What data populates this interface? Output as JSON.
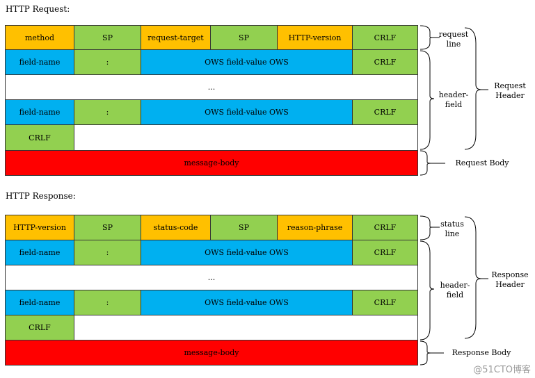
{
  "request": {
    "title": "HTTP Request:",
    "line": [
      "method",
      "SP",
      "request-target",
      "SP",
      "HTTP-version",
      "CRLF"
    ],
    "header1": [
      "field-name",
      ":",
      "OWS field-value OWS",
      "CRLF"
    ],
    "ellipsis": "...",
    "header2": [
      "field-name",
      ":",
      "OWS field-value OWS",
      "CRLF"
    ],
    "crlf": "CRLF",
    "body": "message-body",
    "labels": {
      "line_a": "request",
      "line_b": "line",
      "field_a": "header-",
      "field_b": "field",
      "group_a": "Request",
      "group_b": "Header",
      "body": "Request Body"
    }
  },
  "response": {
    "title": "HTTP Response:",
    "line": [
      "HTTP-version",
      "SP",
      "status-code",
      "SP",
      "reason-phrase",
      "CRLF"
    ],
    "header1": [
      "field-name",
      ":",
      "OWS field-value OWS",
      "CRLF"
    ],
    "ellipsis": "...",
    "header2": [
      "field-name",
      ":",
      "OWS field-value OWS",
      "CRLF"
    ],
    "crlf": "CRLF",
    "body": "message-body",
    "labels": {
      "line_a": "status",
      "line_b": "line",
      "field_a": "header-",
      "field_b": "field",
      "group_a": "Response",
      "group_b": "Header",
      "body": "Response Body"
    }
  },
  "watermark": "@51CTO博客",
  "colors": {
    "orange": "#ffc000",
    "green": "#92d050",
    "blue": "#00b0f0",
    "red": "#ff0000"
  }
}
